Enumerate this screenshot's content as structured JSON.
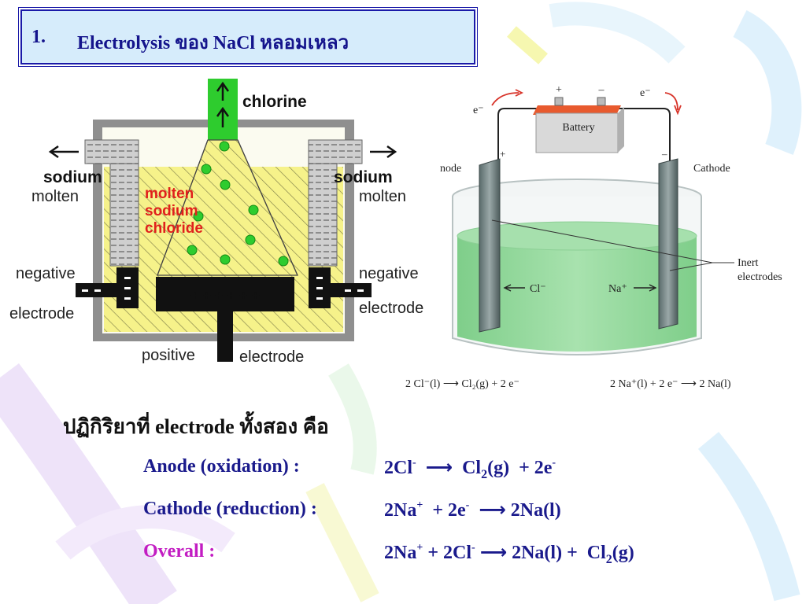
{
  "title": {
    "number": "1.",
    "text": "Electrolysis ของ NaCl หลอมเหลว"
  },
  "left_diagram": {
    "chlorine": "chlorine",
    "sodium_left": "sodium",
    "molten_left": "molten",
    "sodium_right": "sodium",
    "molten_right": "molten",
    "center_label_line1": "molten",
    "center_label_line2": "sodium",
    "center_label_line3": "chloride",
    "negative_left": "negative",
    "electrode_left": "electrode",
    "negative_right": "negative",
    "electrode_right": "electrode",
    "positive": "positive",
    "electrode_bottom": "electrode",
    "plus_signs": "+ + + + + +",
    "minus_signs": "–"
  },
  "right_diagram": {
    "battery": "Battery",
    "plus": "+",
    "minus": "–",
    "electron_left": "e⁻",
    "electron_right": "e⁻",
    "anode_plus": "+",
    "cathode_minus": "–",
    "anode_label": "node",
    "cathode_label": "Cathode",
    "inert_line1": "Inert",
    "inert_line2": "electrodes",
    "cl_ion": "Cl⁻",
    "na_ion": "Na⁺",
    "anode_reaction": "2 Cl⁻(l) ⟶ Cl₂(g) + 2 e⁻",
    "cathode_reaction": "2 Na⁺(l) + 2 e⁻ ⟶ 2 Na(l)"
  },
  "reactions": {
    "heading": "ปฏิกิริยาที่ electrode ทั้งสอง คือ",
    "anode_label": "Anode (oxidation) :",
    "cathode_label": "Cathode (reduction) :",
    "overall_label": "Overall :"
  },
  "colors": {
    "title_bg": "#d6ecfb",
    "title_text": "#14148c",
    "reaction_text": "#1a1a8c",
    "overall_text": "#c21cc2",
    "molten_fill": "#f6f28a",
    "chlorine_green": "#2ecc2e",
    "solution_green": "#8fd89a"
  }
}
